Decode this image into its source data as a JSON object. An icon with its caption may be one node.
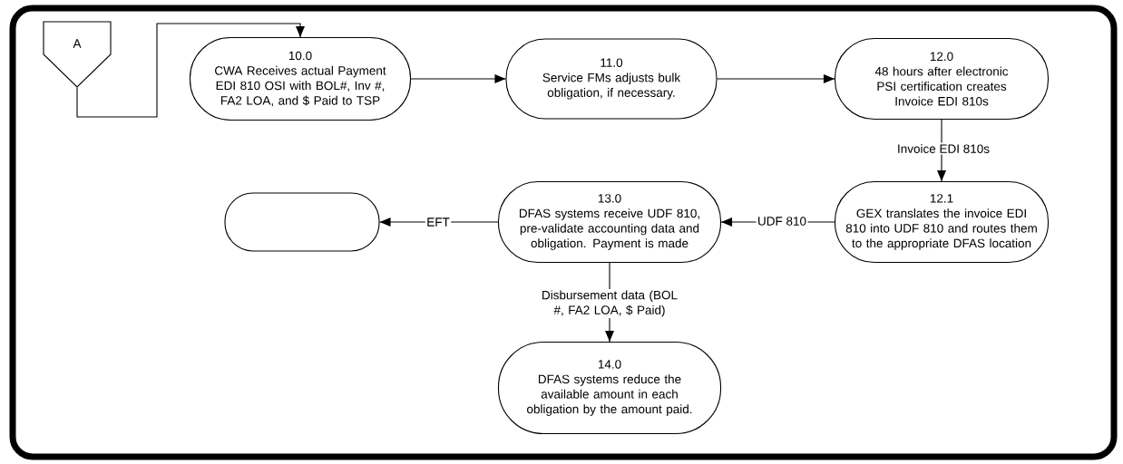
{
  "diagram": {
    "nodes": [
      {
        "text": [
          "A"
        ]
      },
      {
        "text": [
          "10.0",
          "CWA Receives actual Payment EDI 810 OSI with BOL#, Inv #, FA2 LOA, and $ Paid to TSP"
        ]
      },
      {
        "text": [
          "11.0",
          "Service FMs adjusts bulk obligation, if necessary."
        ]
      },
      {
        "text": [
          "12.0",
          "48 hours after electronic PSI certification creates Invoice EDI 810s"
        ]
      },
      {
        "text": [
          "12.1",
          "GEX translates the invoice EDI 810 into UDF 810 and routes them to the appropriate DFAS location"
        ]
      },
      {
        "text": [
          "13.0",
          "DFAS systems receive UDF 810, pre-validate accounting data and obligation. Payment is made"
        ]
      },
      {
        "text": [],
        "shape": "box"
      },
      {
        "text": [
          "14.0",
          "DFAS systems reduce the available amount in each obligation by the amount paid."
        ]
      }
    ],
    "edges": [
      {
        "from": 0,
        "to": 1,
        "arrow": "to"
      },
      {
        "from": 1,
        "to": 2,
        "arrow": "to"
      },
      {
        "from": 2,
        "to": 3,
        "arrow": "to"
      },
      {
        "from": 3,
        "to": 4,
        "arrow": "to",
        "label": "Invoice EDI 810s"
      },
      {
        "from": 4,
        "to": 5,
        "arrow": "to",
        "label": "UDF 810"
      },
      {
        "from": 5,
        "to": 6,
        "arrow": "to",
        "label": "EFT"
      },
      {
        "from": 5,
        "to": 7,
        "arrow": "to",
        "label": "Disbursement data (BOL #, FA2 LOA, $ Paid)"
      }
    ]
  }
}
